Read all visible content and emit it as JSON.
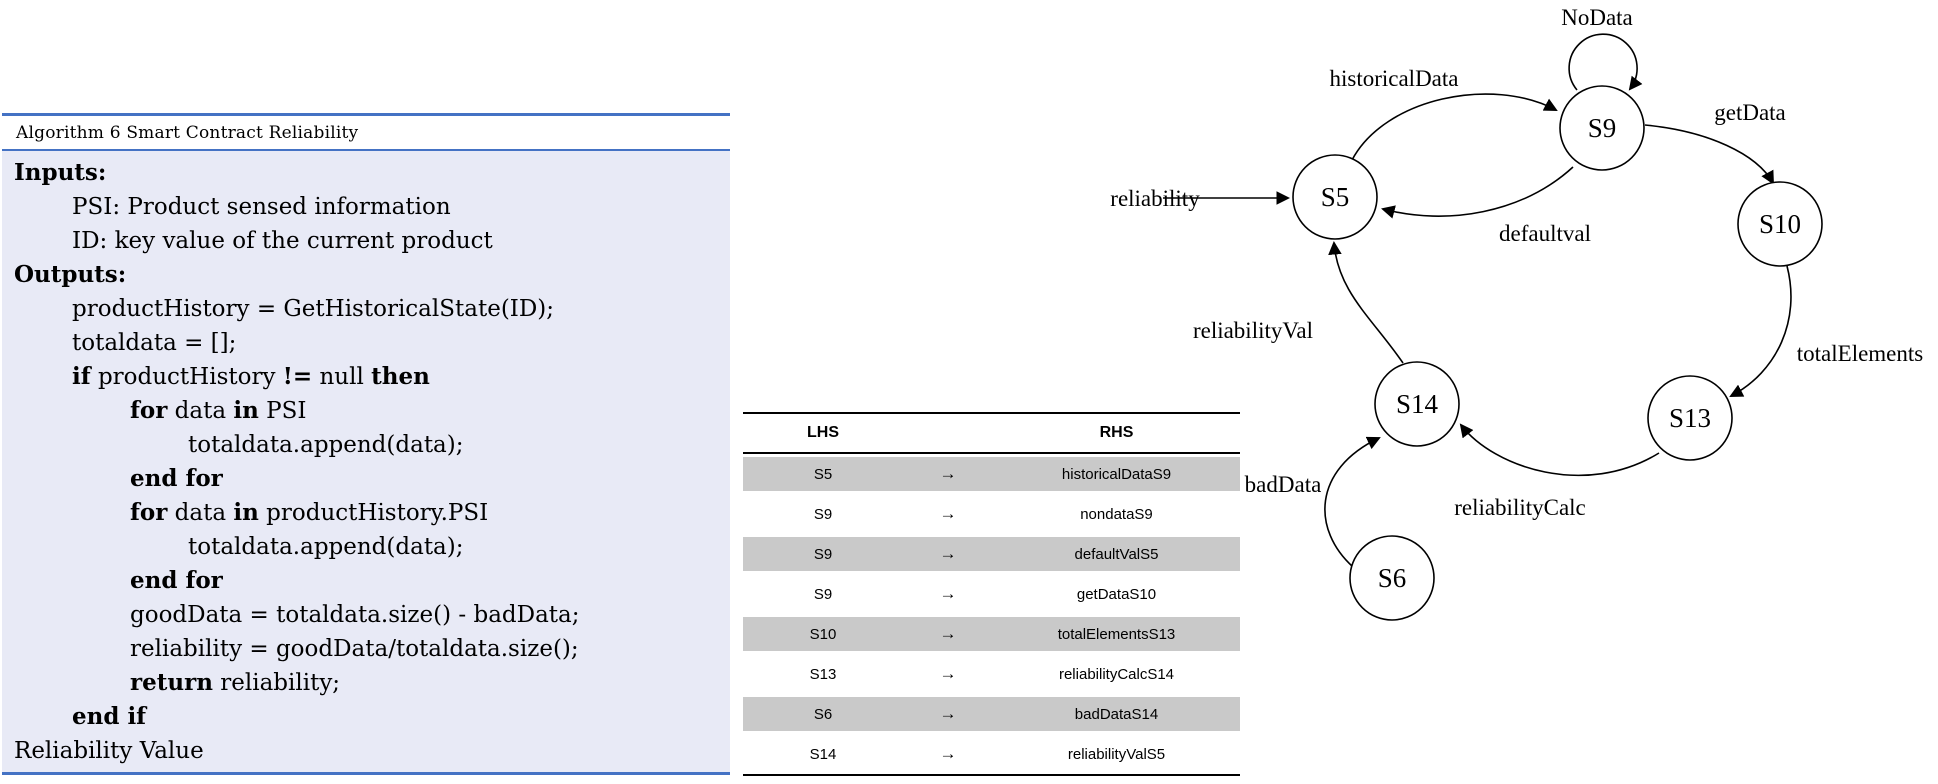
{
  "algorithm": {
    "title": "Algorithm 6 Smart Contract Reliability",
    "lines": [
      {
        "indent": 0,
        "segments": [
          {
            "text": "Inputs:",
            "bold": true
          }
        ]
      },
      {
        "indent": 1,
        "segments": [
          {
            "text": "PSI: Product sensed information",
            "bold": false
          }
        ]
      },
      {
        "indent": 1,
        "segments": [
          {
            "text": "ID: key value of the current product",
            "bold": false
          }
        ]
      },
      {
        "indent": 0,
        "segments": [
          {
            "text": "Outputs:",
            "bold": true
          }
        ]
      },
      {
        "indent": 1,
        "segments": [
          {
            "text": "productHistory = GetHistoricalState(ID);",
            "bold": false
          }
        ]
      },
      {
        "indent": 1,
        "segments": [
          {
            "text": "totaldata = [];",
            "bold": false
          }
        ]
      },
      {
        "indent": 1,
        "segments": [
          {
            "text": "if",
            "bold": true
          },
          {
            "text": " productHistory ",
            "bold": false
          },
          {
            "text": "!=",
            "bold": true
          },
          {
            "text": " null ",
            "bold": false
          },
          {
            "text": "then",
            "bold": true
          }
        ]
      },
      {
        "indent": 2,
        "segments": [
          {
            "text": "for",
            "bold": true
          },
          {
            "text": " data ",
            "bold": false
          },
          {
            "text": "in",
            "bold": true
          },
          {
            "text": " PSI",
            "bold": false
          }
        ]
      },
      {
        "indent": 3,
        "segments": [
          {
            "text": "totaldata.append(data);",
            "bold": false
          }
        ]
      },
      {
        "indent": 2,
        "segments": [
          {
            "text": "end for",
            "bold": true
          }
        ]
      },
      {
        "indent": 2,
        "segments": [
          {
            "text": "for",
            "bold": true
          },
          {
            "text": " data ",
            "bold": false
          },
          {
            "text": "in",
            "bold": true
          },
          {
            "text": " productHistory.PSI",
            "bold": false
          }
        ]
      },
      {
        "indent": 3,
        "segments": [
          {
            "text": "totaldata.append(data);",
            "bold": false
          }
        ]
      },
      {
        "indent": 2,
        "segments": [
          {
            "text": "end for",
            "bold": true
          }
        ]
      },
      {
        "indent": 2,
        "segments": [
          {
            "text": "goodData = totaldata.size() - badData;",
            "bold": false
          }
        ]
      },
      {
        "indent": 2,
        "segments": [
          {
            "text": "reliability = goodData/totaldata.size();",
            "bold": false
          }
        ]
      },
      {
        "indent": 2,
        "segments": [
          {
            "text": "return",
            "bold": true
          },
          {
            "text": " reliability;",
            "bold": false
          }
        ]
      },
      {
        "indent": 1,
        "segments": [
          {
            "text": "end if",
            "bold": true
          }
        ]
      },
      {
        "indent": 0,
        "segments": [
          {
            "text": "Reliability Value",
            "bold": false
          }
        ]
      }
    ]
  },
  "table": {
    "headers": {
      "lhs": "LHS",
      "rhs": "RHS"
    },
    "rows": [
      {
        "lhs": "S5",
        "arrow": "→",
        "rhs": "historicalDataS9"
      },
      {
        "lhs": "S9",
        "arrow": "→",
        "rhs": "nondataS9"
      },
      {
        "lhs": "S9",
        "arrow": "→",
        "rhs": "defaultValS5"
      },
      {
        "lhs": "S9",
        "arrow": "→",
        "rhs": "getDataS10"
      },
      {
        "lhs": "S10",
        "arrow": "→",
        "rhs": "totalElementsS13"
      },
      {
        "lhs": "S13",
        "arrow": "→",
        "rhs": "reliabilityCalcS14"
      },
      {
        "lhs": "S6",
        "arrow": "→",
        "rhs": "badDataS14"
      },
      {
        "lhs": "S14",
        "arrow": "→",
        "rhs": "reliabilityValS5"
      }
    ]
  },
  "diagram": {
    "start_label": "reliability",
    "nodes": [
      {
        "id": "S5",
        "label": "S5"
      },
      {
        "id": "S9",
        "label": "S9"
      },
      {
        "id": "S10",
        "label": "S10"
      },
      {
        "id": "S13",
        "label": "S13"
      },
      {
        "id": "S14",
        "label": "S14"
      },
      {
        "id": "S6",
        "label": "S6"
      }
    ],
    "edge_labels": {
      "noData": "NoData",
      "historicalData": "historicalData",
      "getData": "getData",
      "defaultval": "defaultval",
      "totalElements": "totalElements",
      "reliabilityVal": "reliabilityVal",
      "reliabilityCalc": "reliabilityCalc",
      "badData": "badData"
    }
  },
  "colors": {
    "algorithm_box_bg": "#E8EAF6",
    "algorithm_rule_blue": "#4472C4",
    "table_row_gray": "#C9C9C9",
    "ink": "#000000"
  }
}
